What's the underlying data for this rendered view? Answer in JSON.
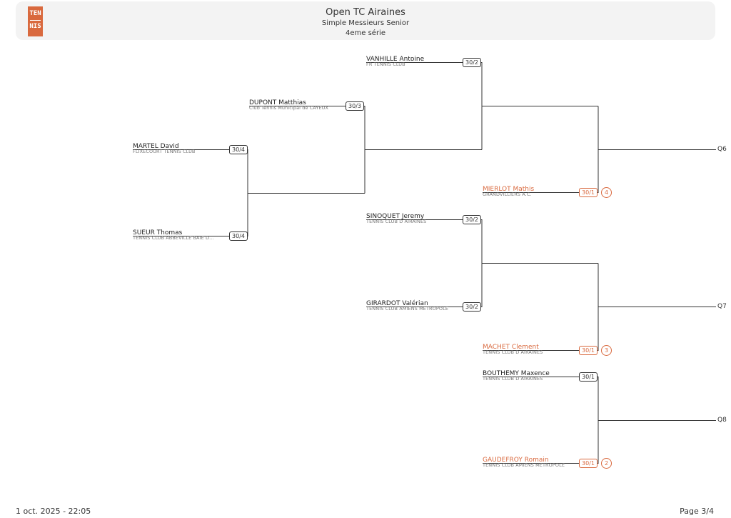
{
  "header": {
    "logo_top": "TEN",
    "logo_bottom": "NIS",
    "title": "Open TC Airaines",
    "subtitle": "Simple Messieurs Senior",
    "series": "4eme série"
  },
  "players": {
    "p1": {
      "name": "VANHILLE Antoine",
      "club": "FR TENNIS CLUB",
      "rank": "30/2"
    },
    "p2": {
      "name": "DUPONT Matthias",
      "club": "Club Tennis Municipal de CAYEUX",
      "rank": "30/3"
    },
    "p3": {
      "name": "MARTEL David",
      "club": "FLIXECOURT TENNIS CLUB",
      "rank": "30/4"
    },
    "p4": {
      "name": "SUEUR Thomas",
      "club": "TENNIS CLUB ABBEVILLE BAIE D...",
      "rank": "30/4"
    },
    "p5": {
      "name": "MIERLOT Mathis",
      "club": "GRANDVILLIERS A.C.",
      "rank": "30/1",
      "seed": "4"
    },
    "p6": {
      "name": "SINOQUET Jeremy",
      "club": "TENNIS CLUB D AIRAINES",
      "rank": "30/2"
    },
    "p7": {
      "name": "GIRARDOT Valérian",
      "club": "TENNIS CLUB AMIENS METROPOLE",
      "rank": "30/2"
    },
    "p8": {
      "name": "MACHET Clement",
      "club": "TENNIS CLUB D AIRAINES",
      "rank": "30/1",
      "seed": "3"
    },
    "p9": {
      "name": "BOUTHEMY Maxence",
      "club": "TENNIS CLUB D AIRAINES",
      "rank": "30/1"
    },
    "p10": {
      "name": "GAUDEFROY Romain",
      "club": "TENNIS CLUB AMIENS METROPOLE",
      "rank": "30/1",
      "seed": "2"
    }
  },
  "qualifiers": {
    "q6": "Q6",
    "q7": "Q7",
    "q8": "Q8"
  },
  "footer": {
    "datetime": "1 oct. 2025 - 22:05",
    "page": "Page 3/4"
  },
  "colors": {
    "seed_accent": "#d9693e",
    "line": "#333333",
    "header_bg": "#f3f3f3"
  }
}
